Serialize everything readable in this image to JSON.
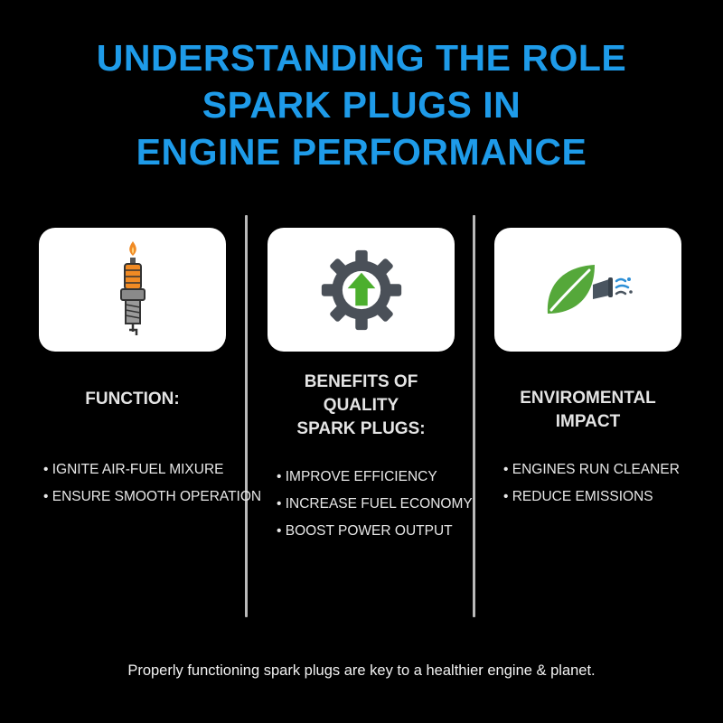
{
  "title": {
    "line1": "UNDERSTANDING THE ROLE",
    "line2": "SPARK PLUGS IN",
    "line3": "ENGINE PERFORMANCE"
  },
  "colors": {
    "title": "#1e9be9",
    "background": "#000000",
    "divider": "#b9b9b9"
  },
  "columns": [
    {
      "icon": "spark-plug-icon",
      "heading_lines": [
        "FUNCTION:"
      ],
      "bullets": [
        "IGNITE AIR-FUEL MIXURE",
        "ENSURE SMOOTH OPERATION"
      ]
    },
    {
      "icon": "gear-arrow-up-icon",
      "heading_lines": [
        "BENEFITS OF",
        "QUALITY",
        "SPARK PLUGS:"
      ],
      "bullets": [
        "IMPROVE EFFICIENCY",
        "INCREASE FUEL ECONOMY",
        "BOOST POWER OUTPUT"
      ]
    },
    {
      "icon": "leaf-exhaust-icon",
      "heading_lines": [
        "ENVIROMENTAL",
        "IMPACT"
      ],
      "bullets": [
        "ENGINES RUN CLEANER",
        "REDUCE EMISSIONS"
      ]
    }
  ],
  "footer": "Properly functioning spark plugs are key to a healthier engine & planet."
}
